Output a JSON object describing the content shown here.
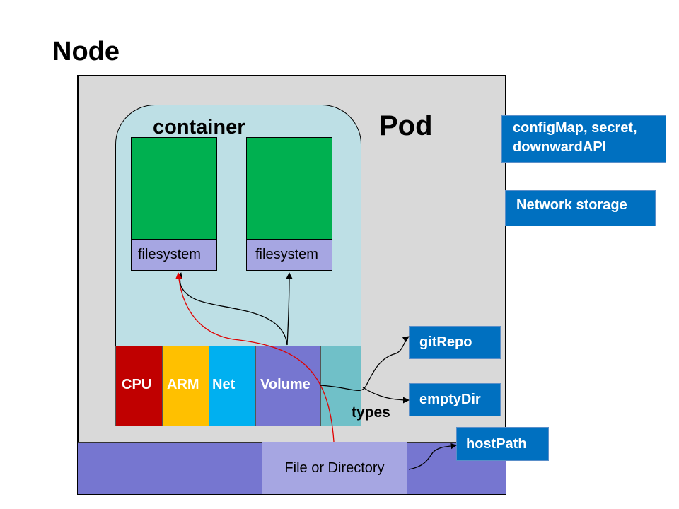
{
  "title": "Node",
  "pod": {
    "label": "Pod"
  },
  "container": {
    "label": "container",
    "filesystems": [
      "filesystem",
      "filesystem"
    ]
  },
  "resources": {
    "cpu": "CPU",
    "arm": "ARM",
    "net": "Net",
    "volume": "Volume"
  },
  "node_storage": {
    "label": "File or Directory"
  },
  "volume_types": {
    "label": "types",
    "config": "configMap, secret, downwardAPI",
    "network": "Network storage",
    "git_repo": "gitRepo",
    "empty_dir": "emptyDir",
    "host_path": "hostPath"
  },
  "colors": {
    "node_bg": "#d9d9d9",
    "container_bg": "#bddfe5",
    "green": "#00b050",
    "filesystem_bg": "#a6a6e2",
    "cpu": "#c00000",
    "arm": "#ffc000",
    "net": "#00b0f0",
    "volume": "#7676d0",
    "volume_extra": "#70c0c8",
    "blue_box": "#0070c0",
    "red_arrow": "#e00000"
  }
}
